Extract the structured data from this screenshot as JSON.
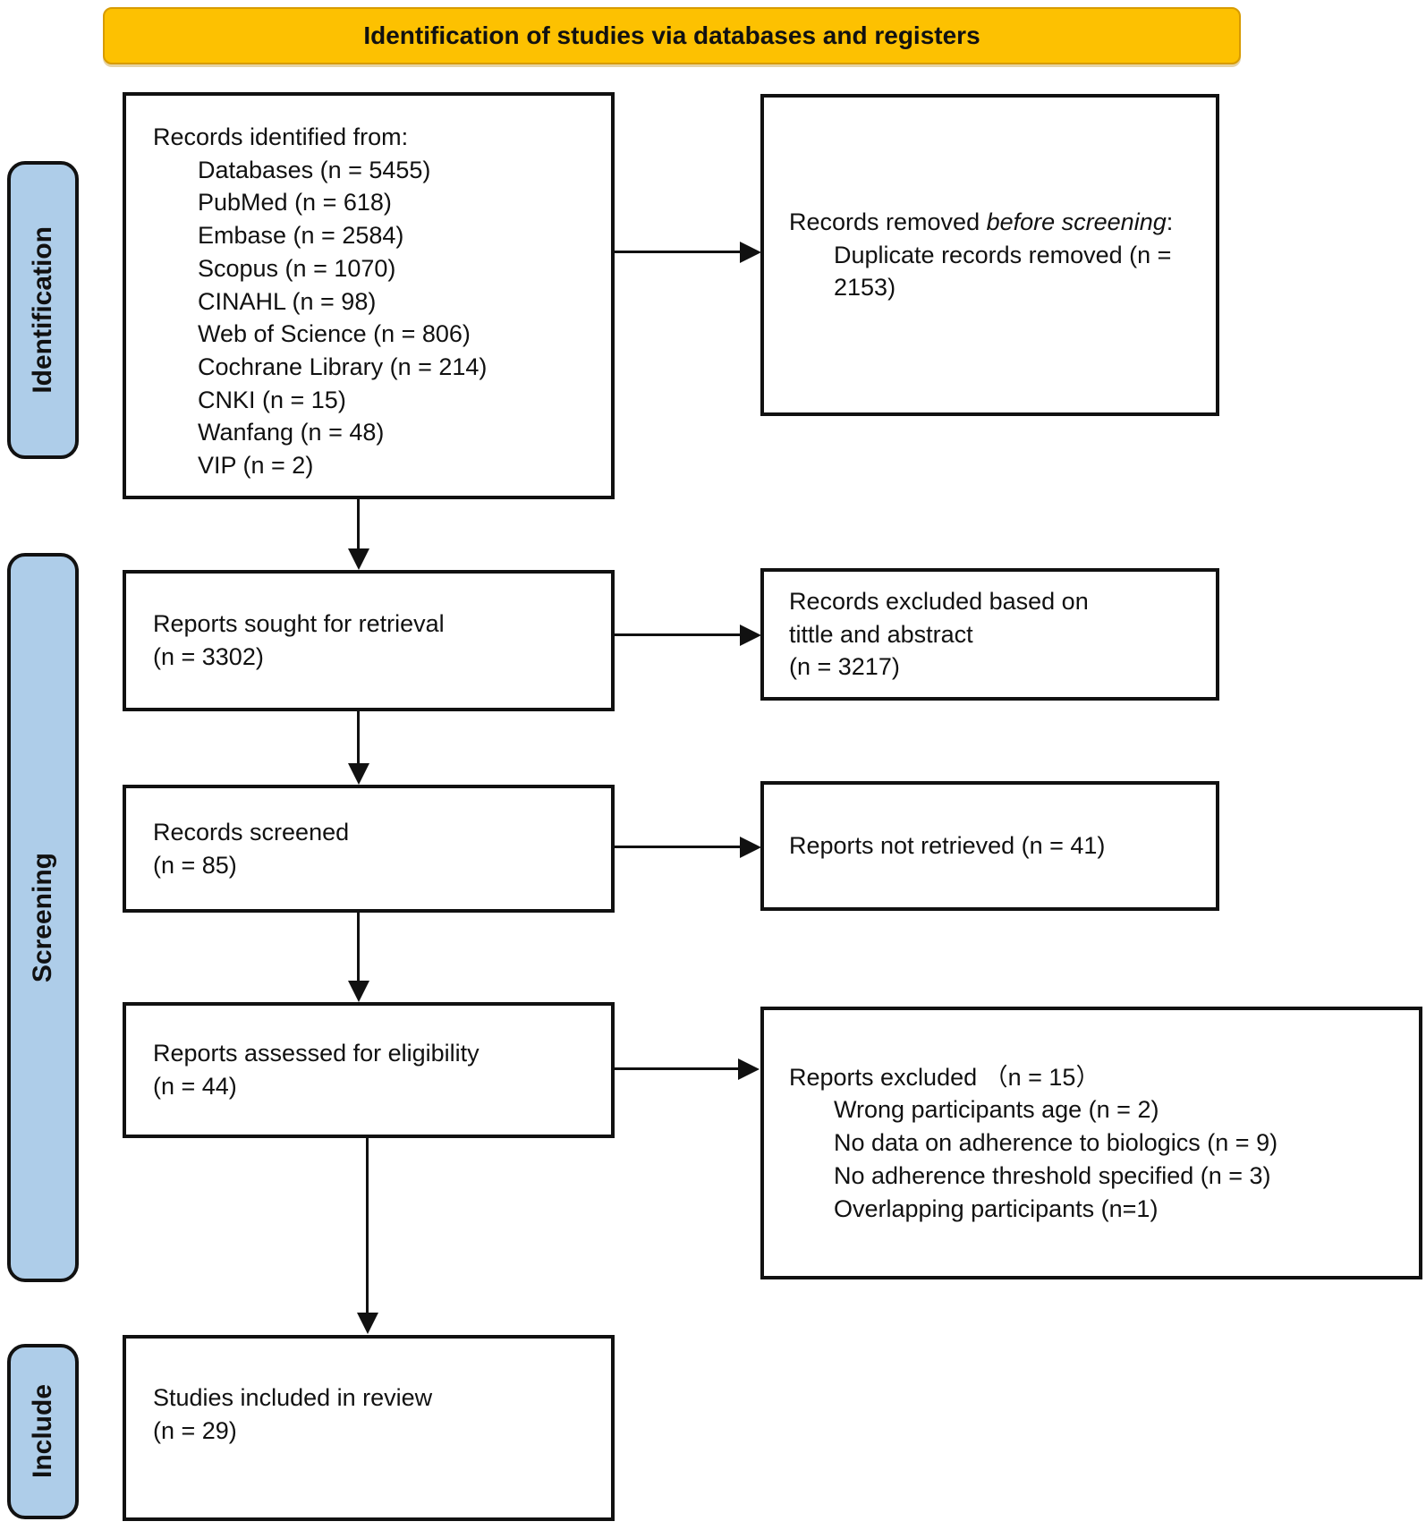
{
  "banner": {
    "title": "Identification of studies via databases and registers",
    "bg_color": "#FDC101"
  },
  "stages": [
    {
      "label": "Identification"
    },
    {
      "label": "Screening"
    },
    {
      "label": "Include"
    }
  ],
  "colors": {
    "stage_bg": "#AECDE9",
    "banner_bg": "#FDC101",
    "box_border": "#111111"
  },
  "flow": {
    "records_identified": {
      "title": "Records identified from:",
      "items": [
        "Databases (n = 5455)",
        "PubMed (n = 618)",
        "Embase (n = 2584)",
        "Scopus (n = 1070)",
        "CINAHL (n = 98)",
        "Web of Science (n = 806)",
        "Cochrane Library (n = 214)",
        "CNKI (n = 15)",
        "Wanfang (n = 48)",
        "VIP (n = 2)"
      ]
    },
    "records_removed": {
      "prefix": "Records removed ",
      "italic": "before screening",
      "suffix": ":",
      "item": "Duplicate records removed (n = 2153)"
    },
    "reports_sought": {
      "lines": [
        "Reports sought for retrieval",
        "(n = 3302)"
      ]
    },
    "records_excluded": {
      "lines": [
        "Records excluded based on",
        "tittle and abstract",
        "(n = 3217)"
      ]
    },
    "records_screened": {
      "lines": [
        "Records screened",
        "(n = 85)"
      ]
    },
    "reports_not_retrieved": {
      "lines": [
        "Reports not retrieved (n = 41)"
      ]
    },
    "reports_assessed": {
      "lines": [
        "Reports assessed for eligibility",
        "(n = 44)"
      ]
    },
    "reports_excluded": {
      "title": "Reports excluded （n = 15）",
      "items": [
        "Wrong participants age (n = 2)",
        "No data on adherence to biologics (n = 9)",
        "No adherence threshold specified (n = 3)",
        "Overlapping participants (n=1)"
      ]
    },
    "studies_included": {
      "lines": [
        "Studies included in review",
        "(n = 29)"
      ]
    }
  }
}
